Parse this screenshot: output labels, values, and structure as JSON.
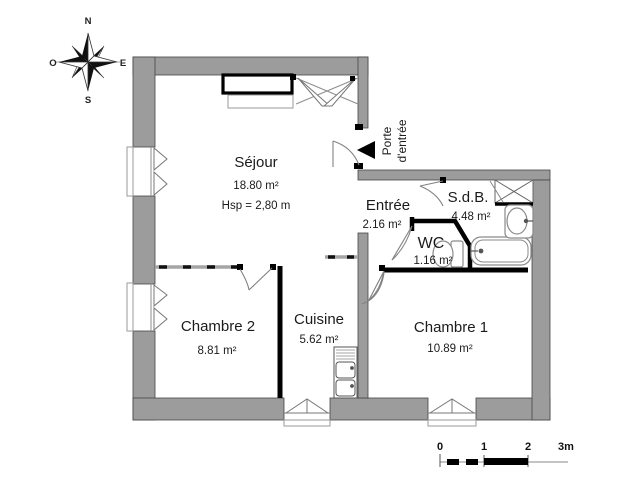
{
  "plan": {
    "rooms": [
      {
        "name": "Séjour",
        "area": "18.80 m²",
        "extra": "Hsp = 2,80 m"
      },
      {
        "name": "Entrée",
        "area": "2.16 m²"
      },
      {
        "name": "S.d.B.",
        "area": "4.48 m²"
      },
      {
        "name": "WC",
        "area": "1.16 m²"
      },
      {
        "name": "Chambre 2",
        "area": "8.81 m²"
      },
      {
        "name": "Cuisine",
        "area": "5.62 m²"
      },
      {
        "name": "Chambre 1",
        "area": "10.89 m²"
      }
    ],
    "entrance": {
      "label_line1": "Porte",
      "label_line2": "d'entrée"
    },
    "compass": {
      "north": "N",
      "south": "S",
      "east": "E",
      "west": "O"
    },
    "scale_bar": {
      "tick0": "0",
      "tick1": "1",
      "tick2": "2",
      "tick3": "3m"
    },
    "colors": {
      "wall_fill": "#9c9c9c",
      "wall_stroke": "#454545",
      "line": "#1b1b1b"
    }
  }
}
